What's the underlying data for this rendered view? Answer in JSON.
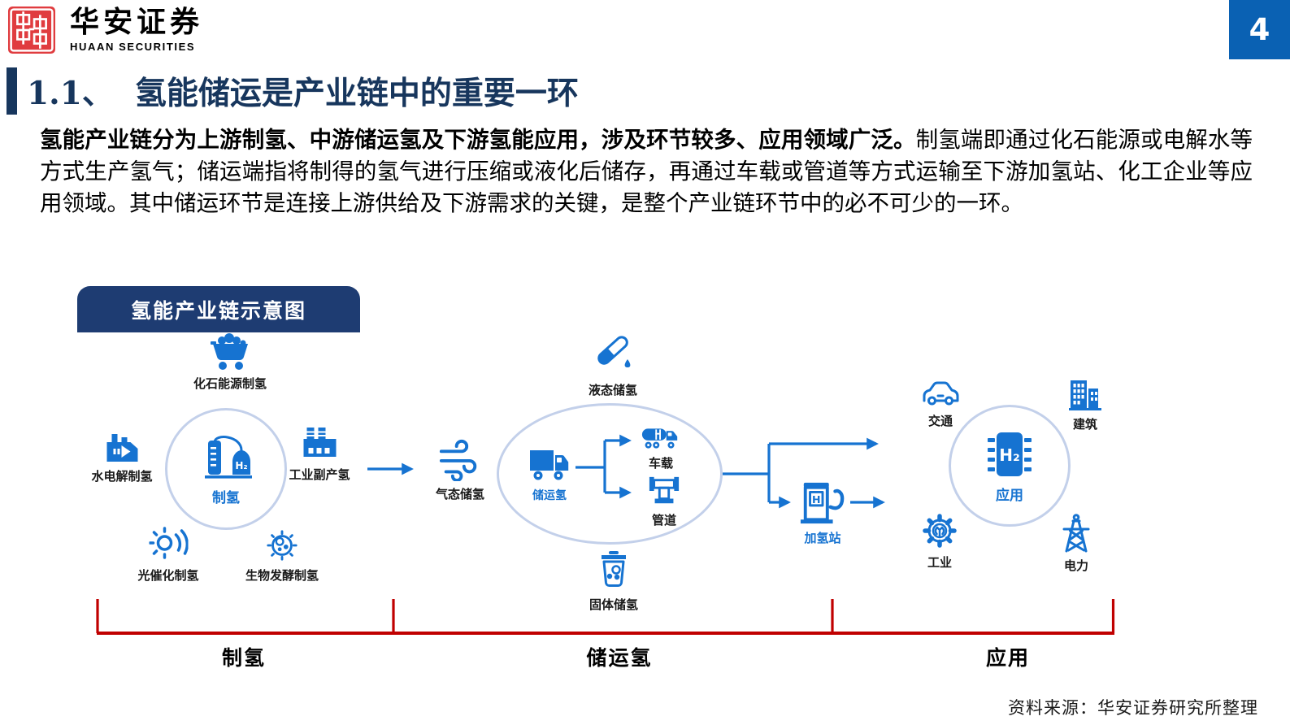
{
  "header": {
    "logo_title": "华安证券",
    "logo_subtitle": "HUAAN SECURITIES",
    "page_number": "4"
  },
  "title": {
    "section_number": "1.1、",
    "text": "氢能储运是产业链中的重要一环"
  },
  "body": {
    "lead_bold": "氢能产业链分为上游制氢、中游储运氢及下游氢能应用，涉及环节较多、应用领域广泛。",
    "rest": "制氢端即通过化石能源或电解水等方式生产氢气；储运端指将制得的氢气进行压缩或液化后储存，再通过车载或管道等方式运输至下游加氢站、化工企业等应用领域。其中储运环节是连接上游供给及下游需求的关键，是整个产业链环节中的必不可少的一环。"
  },
  "diagram": {
    "title": "氢能产业链示意图",
    "production": {
      "hub_label": "制氢",
      "hub_tank_text": "H₂",
      "fossil_label": "化石能源制氢",
      "electrolysis_label": "水电解制氢",
      "byproduct_label": "工业副产氢",
      "photocatalytic_label": "光催化制氢",
      "biofermentation_label": "生物发酵制氢"
    },
    "storage": {
      "hub_label": "储运氢",
      "gaseous_label": "气态储氢",
      "liquid_label": "液态储氢",
      "solid_label": "固体储氢",
      "vehicle_label": "车载",
      "pipeline_label": "管道",
      "station_label": "加氢站",
      "station_letter": "H"
    },
    "application": {
      "hub_label": "应用",
      "chip_text": "H₂",
      "transport_label": "交通",
      "building_label": "建筑",
      "industry_label": "工业",
      "power_label": "电力"
    },
    "sections": {
      "production": "制氢",
      "storage": "储运氢",
      "application": "应用"
    }
  },
  "footer": {
    "source": "资料来源：华安证券研究所整理"
  },
  "colors": {
    "accent_blue": "#1673d1",
    "navy_title": "#17365d",
    "header_box_navy": "#1e3c72",
    "page_badge_blue": "#0a61b3",
    "logo_red": "#e03c3f",
    "bracket_red": "#c00000",
    "hub_ring": "#c3d0ea"
  }
}
